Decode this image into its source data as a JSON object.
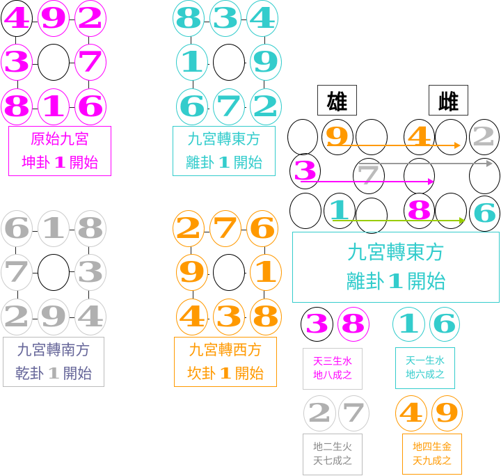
{
  "colors": {
    "magenta": "#ff00ff",
    "teal": "#33cccc",
    "gray": "#b0b0b0",
    "orange": "#ff9900",
    "green": "#99cc00",
    "arrow_gray": "#999999"
  },
  "grids": [
    {
      "id": "original",
      "color": "#ff00ff",
      "cells": [
        "4",
        "9",
        "2",
        "3",
        "",
        "7",
        "8",
        "1",
        "6"
      ],
      "label_line1": "原始九宮",
      "label_line2_pre": "坤卦",
      "label_line2_num": "1",
      "label_line2_post": "開始"
    },
    {
      "id": "east",
      "color": "#33cccc",
      "cells": [
        "8",
        "3",
        "4",
        "1",
        "",
        "9",
        "6",
        "7",
        "2"
      ],
      "label_line1": "九宮轉東方",
      "label_line2_pre": "離卦",
      "label_line2_num": "1",
      "label_line2_post": "開始"
    },
    {
      "id": "south",
      "color": "#b0b0b0",
      "cells": [
        "6",
        "1",
        "8",
        "7",
        "",
        "3",
        "2",
        "9",
        "4"
      ],
      "label_line1": "九宮轉南方",
      "label_line2_pre": "乾卦",
      "label_line2_num": "1",
      "label_line2_post": "開始"
    },
    {
      "id": "west",
      "color": "#ff9900",
      "cells": [
        "2",
        "7",
        "6",
        "9",
        "",
        "1",
        "4",
        "3",
        "8"
      ],
      "label_line1": "九宮轉西方",
      "label_line2_pre": "坎卦",
      "label_line2_num": "1",
      "label_line2_post": "開始"
    }
  ],
  "pairing": {
    "male_label": "雄",
    "female_label": "雌",
    "row1": [
      "",
      "9",
      "",
      "4",
      "",
      "2"
    ],
    "row2": [
      "3",
      "7",
      "",
      ""
    ],
    "row3": [
      "",
      "1",
      "",
      "8",
      "",
      "6"
    ],
    "label_line1": "九宮轉東方",
    "label_line2_pre": "離卦",
    "label_line2_num": "1",
    "label_line2_post": "開始"
  },
  "pairs": [
    {
      "a": "3",
      "b": "8",
      "color": "#ff00ff",
      "line1": "天三生水",
      "line2": "地八成之"
    },
    {
      "a": "1",
      "b": "6",
      "color": "#33cccc",
      "line1": "天一生水",
      "line2": "地六成之"
    },
    {
      "a": "2",
      "b": "7",
      "color": "#b0b0b0",
      "line1": "地二生火",
      "line2": "天七成之",
      "text_color": "#888888"
    },
    {
      "a": "4",
      "b": "9",
      "color": "#ff9900",
      "line1": "地四生金",
      "line2": "天九成之"
    }
  ]
}
